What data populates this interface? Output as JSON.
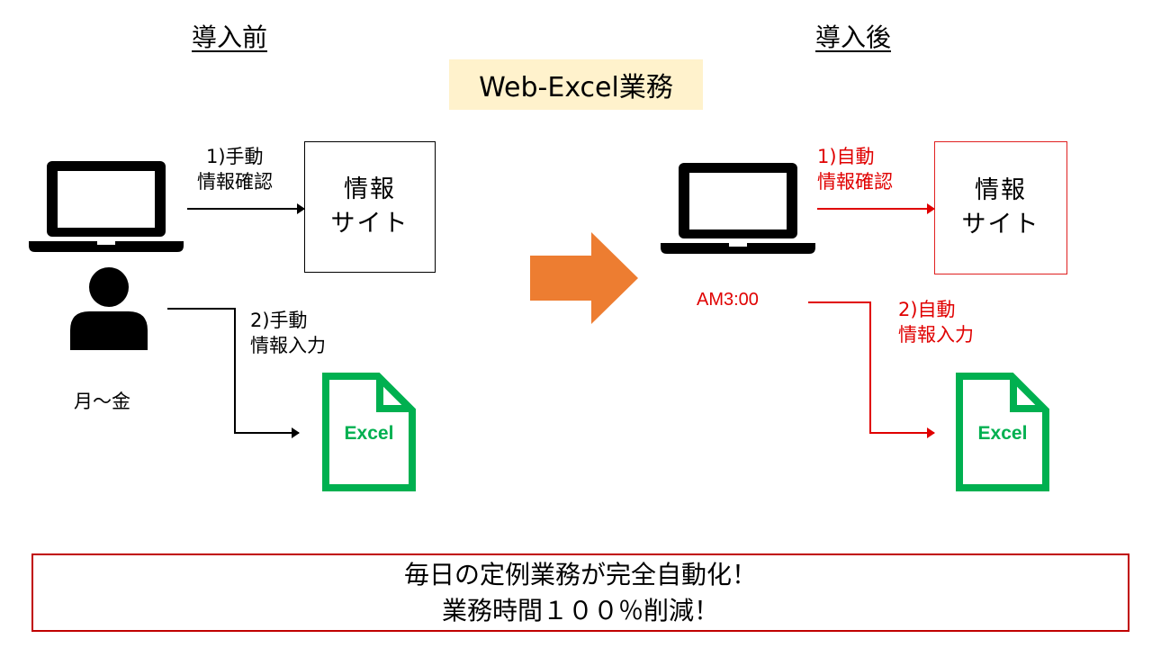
{
  "headings": {
    "before": "導入前",
    "after": "導入後"
  },
  "title": "Web-Excel業務",
  "before": {
    "step1": {
      "line1": "1)手動",
      "line2": "情報確認"
    },
    "site": {
      "line1": "情報",
      "line2": "サイト"
    },
    "step2": {
      "line1": "2)手動",
      "line2": "情報入力"
    },
    "schedule": "月～金",
    "excel_label": "Excel"
  },
  "after": {
    "step1": {
      "line1": "1)自動",
      "line2": "情報確認"
    },
    "site": {
      "line1": "情報",
      "line2": "サイト"
    },
    "step2": {
      "line1": "2)自動",
      "line2": "情報入力"
    },
    "time": "AM3:00",
    "excel_label": "Excel"
  },
  "summary": {
    "line1": "毎日の定例業務が完全自動化！",
    "line2": "業務時間１００％削減！"
  },
  "colors": {
    "title_bg": "#fff2cc",
    "arrow_orange": "#ed7d31",
    "excel_green": "#00b050",
    "auto_red": "#e00000",
    "summary_border": "#c00000"
  },
  "icons": [
    "laptop-icon",
    "person-icon",
    "excel-file-icon",
    "big-right-arrow-icon"
  ]
}
